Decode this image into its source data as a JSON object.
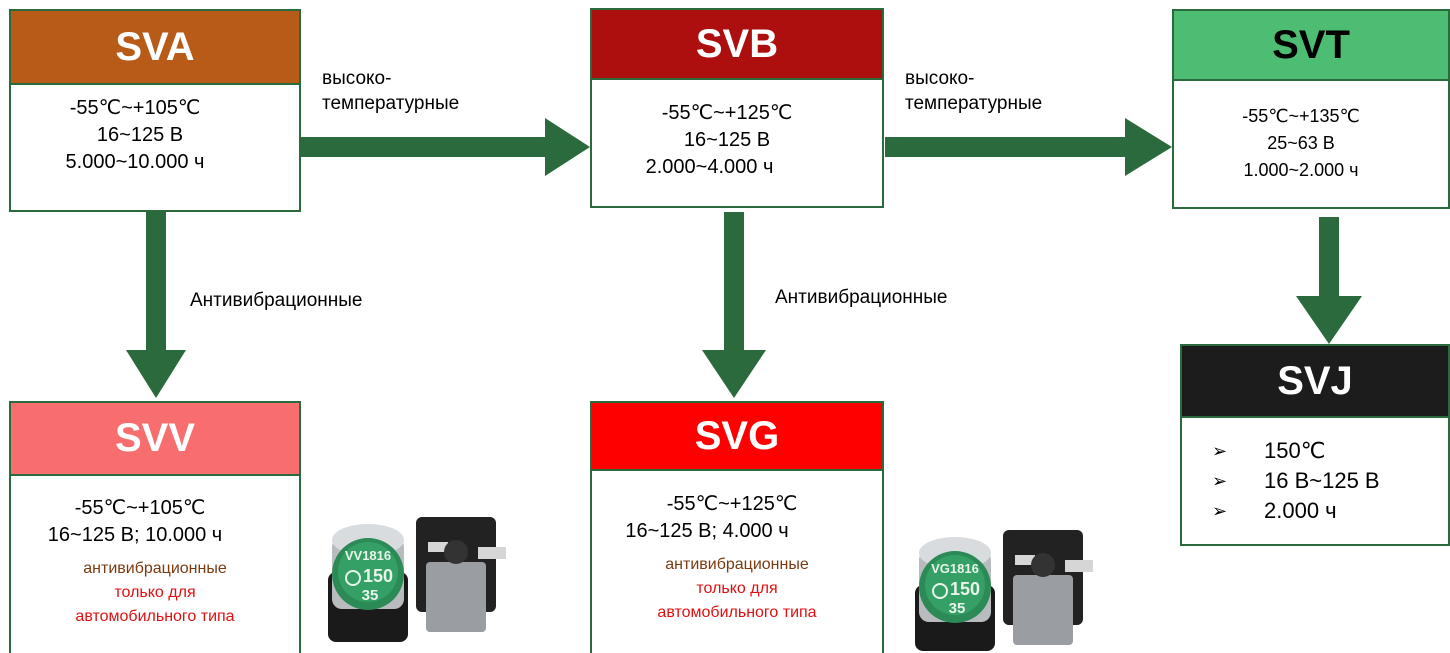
{
  "colors": {
    "border": "#2a6a3c",
    "arrow": "#2a6a3c",
    "sva_header": "#b85a18",
    "svb_header": "#ad0e0e",
    "svt_header": "#4dbd74",
    "svj_header": "#1c1c1c",
    "svv_header": "#f86e6e",
    "svg_header": "#ff0000"
  },
  "series": {
    "sva": {
      "name": "SVA",
      "lines": [
        "-55℃~+105℃",
        "16~125 В",
        "5.000~10.000 ч"
      ]
    },
    "svb": {
      "name": "SVB",
      "lines": [
        "-55℃~+125℃",
        "16~125 В",
        "2.000~4.000 ч"
      ]
    },
    "svt": {
      "name": "SVT",
      "lines": [
        "-55℃~+135℃",
        "25~63 В",
        "1.000~2.000 ч"
      ]
    },
    "svj": {
      "name": "SVJ",
      "bullets": [
        "150℃",
        "16 В~125 В",
        "2.000 ч"
      ]
    },
    "svv": {
      "name": "SVV",
      "lines": [
        "-55℃~+105℃",
        "16~125 В; 10.000 ч"
      ],
      "note": [
        "антивибрационные",
        "только для",
        "автомобильного типа"
      ]
    },
    "svg": {
      "name": "SVG",
      "lines": [
        "-55℃~+125℃",
        "16~125 В; 4.000 ч"
      ],
      "note": [
        "антивибрационные",
        "только для",
        "автомобильного типа"
      ]
    }
  },
  "arrow_labels": {
    "hightemp_1": [
      "высоко-",
      "температурные"
    ],
    "hightemp_2": [
      "высоко-",
      "температурные"
    ],
    "antivib_1": "Антивибрационные",
    "antivib_2": "Антивибрационные"
  },
  "capacitors": {
    "left": {
      "marking": [
        "VV1816",
        "150",
        "35"
      ]
    },
    "right": {
      "marking": [
        "VG1816",
        "150",
        "35"
      ]
    }
  }
}
